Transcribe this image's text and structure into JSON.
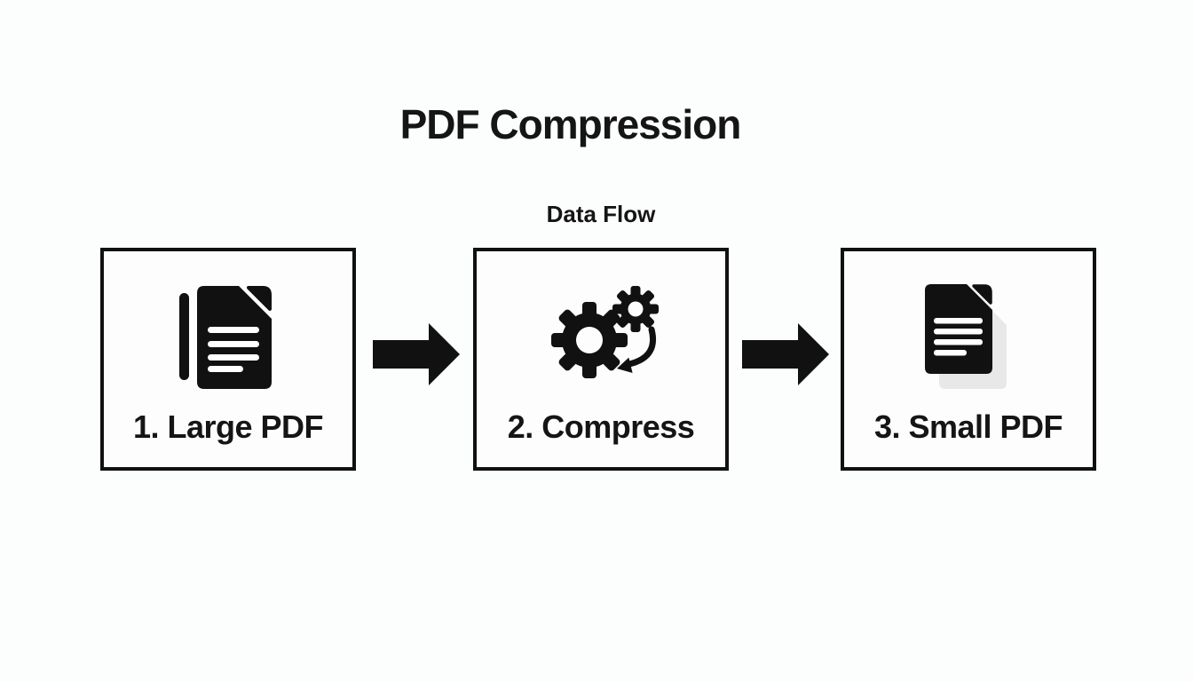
{
  "diagram": {
    "title": "PDF Compression",
    "flow_label": "Data Flow",
    "nodes": [
      {
        "id": "large-pdf",
        "label": "1. Large PDF",
        "icon": "document-stack-icon"
      },
      {
        "id": "compress",
        "label": "2. Compress",
        "icon": "gears-icon"
      },
      {
        "id": "small-pdf",
        "label": "3. Small PDF",
        "icon": "document-shadow-icon"
      }
    ],
    "edges": [
      {
        "from": "large-pdf",
        "to": "compress",
        "icon": "arrow-right-icon"
      },
      {
        "from": "compress",
        "to": "small-pdf",
        "icon": "arrow-right-icon"
      }
    ],
    "colors": {
      "background": "#fcfdfd",
      "ink": "#111111",
      "box_border": "#111111",
      "document_shadow": "#e8e8e8"
    }
  }
}
